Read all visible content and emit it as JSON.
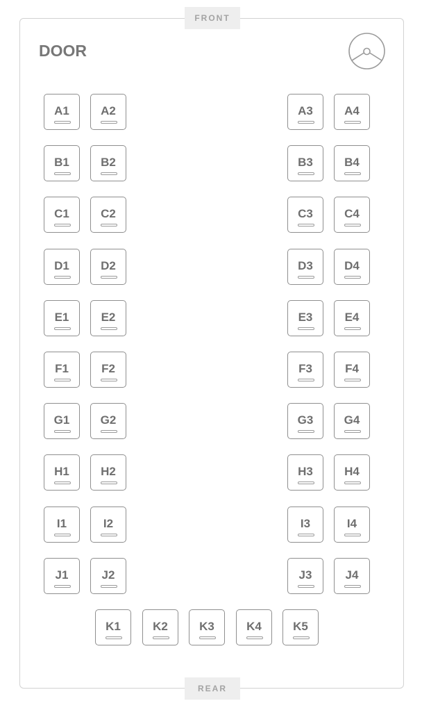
{
  "labels": {
    "front": "FRONT",
    "rear": "REAR",
    "door": "DOOR"
  },
  "icons": {
    "steering": "steering-wheel-icon"
  },
  "colors": {
    "seat_border": "#8f8f8f",
    "seat_text": "#6f6f6f",
    "frame_border": "#d2d2d2",
    "tag_background": "#eeeeee"
  },
  "seat_rows": [
    {
      "row": "A",
      "left": [
        "A1",
        "A2"
      ],
      "right": [
        "A3",
        "A4"
      ]
    },
    {
      "row": "B",
      "left": [
        "B1",
        "B2"
      ],
      "right": [
        "B3",
        "B4"
      ]
    },
    {
      "row": "C",
      "left": [
        "C1",
        "C2"
      ],
      "right": [
        "C3",
        "C4"
      ]
    },
    {
      "row": "D",
      "left": [
        "D1",
        "D2"
      ],
      "right": [
        "D3",
        "D4"
      ]
    },
    {
      "row": "E",
      "left": [
        "E1",
        "E2"
      ],
      "right": [
        "E3",
        "E4"
      ]
    },
    {
      "row": "F",
      "left": [
        "F1",
        "F2"
      ],
      "right": [
        "F3",
        "F4"
      ]
    },
    {
      "row": "G",
      "left": [
        "G1",
        "G2"
      ],
      "right": [
        "G3",
        "G4"
      ]
    },
    {
      "row": "H",
      "left": [
        "H1",
        "H2"
      ],
      "right": [
        "H3",
        "H4"
      ]
    },
    {
      "row": "I",
      "left": [
        "I1",
        "I2"
      ],
      "right": [
        "I3",
        "I4"
      ]
    },
    {
      "row": "J",
      "left": [
        "J1",
        "J2"
      ],
      "right": [
        "J3",
        "J4"
      ]
    }
  ],
  "back_row": [
    "K1",
    "K2",
    "K3",
    "K4",
    "K5"
  ]
}
